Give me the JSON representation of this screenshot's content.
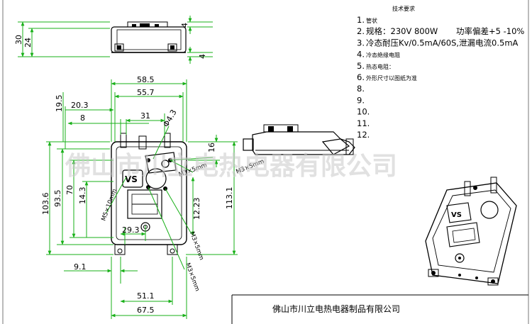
{
  "notes": {
    "heading": "技术要求",
    "items": [
      {
        "num": "1.",
        "text": "管状"
      },
      {
        "num": "2.",
        "text": "规格：230V 800W",
        "extra": "功率偏差+5 -10%"
      },
      {
        "num": "3.",
        "text": "冷态耐压Kv/0.5mA/60S,泄漏电流0.5mA"
      },
      {
        "num": "4.",
        "text": "冷态绝缘电阻"
      },
      {
        "num": "5.",
        "text": "热态电阻："
      },
      {
        "num": "6.",
        "text": "外形尺寸以图纸为准"
      },
      {
        "num": "8.",
        "text": ""
      },
      {
        "num": "9.",
        "text": ""
      },
      {
        "num": "10.",
        "text": ""
      },
      {
        "num": "11.",
        "text": ""
      },
      {
        "num": "12.",
        "text": ""
      }
    ]
  },
  "watermark": "佛山市川立电热电器有限公司",
  "title_block": {
    "company": "佛山市川立电热电器制品有限公司"
  },
  "part_logo": "VS",
  "dimensions": {
    "top_view": {
      "d30": "30",
      "d24": "24",
      "d4a": "4",
      "d4b": "4"
    },
    "front": {
      "d58_5": "58.5",
      "d55_7": "55.7",
      "d19_5": "19.5",
      "d20_3": "20.3",
      "d31": "31",
      "d8": "8",
      "d4_3": "Φ4.3",
      "d16": "16",
      "d93_5": "93.5",
      "d103_6": "103.6",
      "d70": "70",
      "d14_3": "14.3",
      "d12_23": "12.23",
      "d113_1": "113.1",
      "d29_3": "29.3",
      "d9_1": "9.1",
      "d51_1": "51.1",
      "d67_5": "67.5",
      "m3a": "M3×5mm",
      "m3b": "M3×5mm",
      "m3c": "M3×5mm",
      "m3d": "M3×5mm",
      "m5": "M5×10mm"
    }
  }
}
